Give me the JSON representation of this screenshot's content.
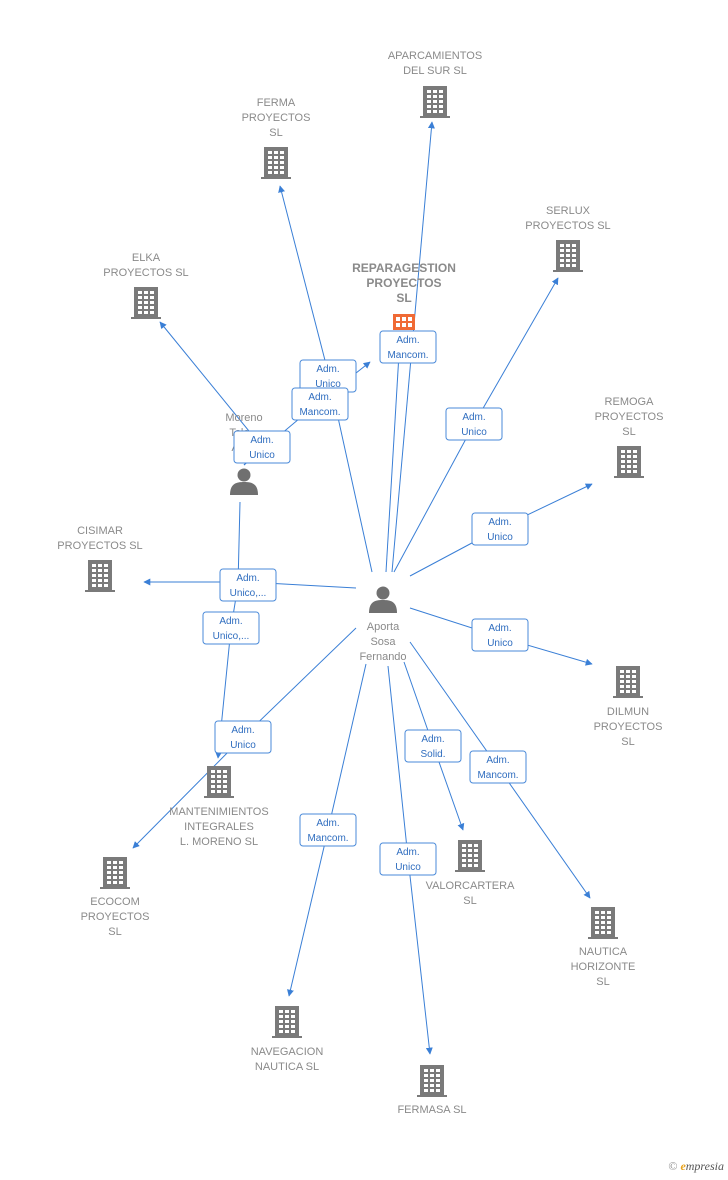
{
  "colors": {
    "edge": "#3a7fd6",
    "edge_label_border": "#4a8ad9",
    "edge_label_text": "#2f6dbf",
    "company_icon": "#7a7a7a",
    "company_icon_highlight": "#f06a35",
    "person_icon": "#707070",
    "label_text": "#8a8a8a"
  },
  "nodes": [
    {
      "id": "aporta",
      "type": "person",
      "icon": "person-icon",
      "label": [
        "Aporta",
        "Sosa",
        "Fernando"
      ]
    },
    {
      "id": "moreno",
      "type": "person",
      "icon": "person-icon",
      "label": [
        "Moreno",
        "Tole...",
        "Alb..."
      ]
    },
    {
      "id": "reparagestion",
      "type": "company",
      "icon": "building-icon",
      "highlight": true,
      "label": [
        "REPARAGESTION",
        "PROYECTOS",
        "SL"
      ]
    },
    {
      "id": "aparcamientos",
      "type": "company",
      "icon": "building-icon",
      "label": [
        "APARCAMIENTOS",
        "DEL SUR  SL"
      ]
    },
    {
      "id": "ferma",
      "type": "company",
      "icon": "building-icon",
      "label": [
        "FERMA",
        "PROYECTOS",
        "SL"
      ]
    },
    {
      "id": "elka",
      "type": "company",
      "icon": "building-icon",
      "label": [
        "ELKA",
        "PROYECTOS SL"
      ]
    },
    {
      "id": "serlux",
      "type": "company",
      "icon": "building-icon",
      "label": [
        "SERLUX",
        "PROYECTOS SL"
      ]
    },
    {
      "id": "remoga",
      "type": "company",
      "icon": "building-icon",
      "label": [
        "REMOGA",
        "PROYECTOS",
        "SL"
      ]
    },
    {
      "id": "cisimar",
      "type": "company",
      "icon": "building-icon",
      "label": [
        "CISIMAR",
        "PROYECTOS SL"
      ]
    },
    {
      "id": "dilmun",
      "type": "company",
      "icon": "building-icon",
      "label": [
        "DILMUN",
        "PROYECTOS",
        "SL"
      ]
    },
    {
      "id": "mantenimientos",
      "type": "company",
      "icon": "building-icon",
      "label": [
        "MANTENIMIENTOS",
        "INTEGRALES",
        "L.  MORENO SL"
      ]
    },
    {
      "id": "ecocom",
      "type": "company",
      "icon": "building-icon",
      "label": [
        "ECOCOM",
        "PROYECTOS",
        "SL"
      ]
    },
    {
      "id": "valorcartera",
      "type": "company",
      "icon": "building-icon",
      "label": [
        "VALORCARTERA",
        "SL"
      ]
    },
    {
      "id": "nautica",
      "type": "company",
      "icon": "building-icon",
      "label": [
        "NAUTICA",
        "HORIZONTE",
        "SL"
      ]
    },
    {
      "id": "navegacion",
      "type": "company",
      "icon": "building-icon",
      "label": [
        "NAVEGACION",
        "NAUTICA  SL"
      ]
    },
    {
      "id": "fermasa",
      "type": "company",
      "icon": "building-icon",
      "label": [
        "FERMASA  SL"
      ]
    }
  ],
  "edges": [
    {
      "from": "aporta",
      "to": "aparcamientos",
      "label": []
    },
    {
      "from": "aporta",
      "to": "ferma",
      "label": [
        "Adm.",
        "Unico"
      ]
    },
    {
      "from": "aporta",
      "to": "reparagestion",
      "label": [
        "Adm.",
        "Mancom."
      ]
    },
    {
      "from": "aporta",
      "to": "reparagestion",
      "label": [
        "Adm.",
        "Mancom."
      ],
      "variant": 2
    },
    {
      "from": "aporta",
      "to": "serlux",
      "label": [
        "Adm.",
        "Unico"
      ]
    },
    {
      "from": "aporta",
      "to": "remoga",
      "label": [
        "Adm.",
        "Unico"
      ]
    },
    {
      "from": "aporta",
      "to": "cisimar",
      "label": [
        "Adm.",
        "Unico,..."
      ]
    },
    {
      "from": "aporta",
      "to": "dilmun",
      "label": [
        "Adm.",
        "Unico"
      ]
    },
    {
      "from": "aporta",
      "to": "ecocom",
      "label": [
        "Adm.",
        "Unico"
      ]
    },
    {
      "from": "aporta",
      "to": "valorcartera",
      "label": [
        "Adm.",
        "Solid."
      ]
    },
    {
      "from": "aporta",
      "to": "nautica",
      "label": [
        "Adm.",
        "Mancom."
      ]
    },
    {
      "from": "aporta",
      "to": "navegacion",
      "label": [
        "Adm.",
        "Mancom."
      ]
    },
    {
      "from": "aporta",
      "to": "fermasa",
      "label": [
        "Adm.",
        "Unico"
      ]
    },
    {
      "from": "moreno",
      "to": "elka",
      "label": [
        "Adm.",
        "Unico"
      ]
    },
    {
      "from": "moreno",
      "to": "mantenimientos",
      "label": [
        "Adm.",
        "Unico,..."
      ]
    }
  ],
  "watermark": {
    "copyright": "©",
    "brand_first": "e",
    "brand_rest": "mpresia"
  }
}
